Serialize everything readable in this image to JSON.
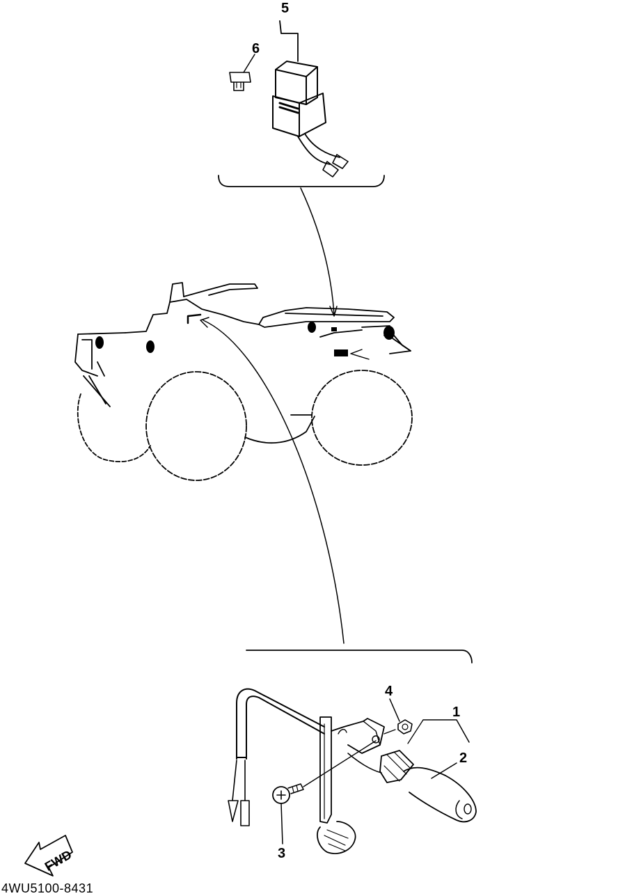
{
  "callouts": {
    "c1": "1",
    "c2": "2",
    "c3": "3",
    "c4": "4",
    "c5": "5",
    "c6": "6"
  },
  "fwd_label": "FWD",
  "document_id": "4WU5100-8431"
}
